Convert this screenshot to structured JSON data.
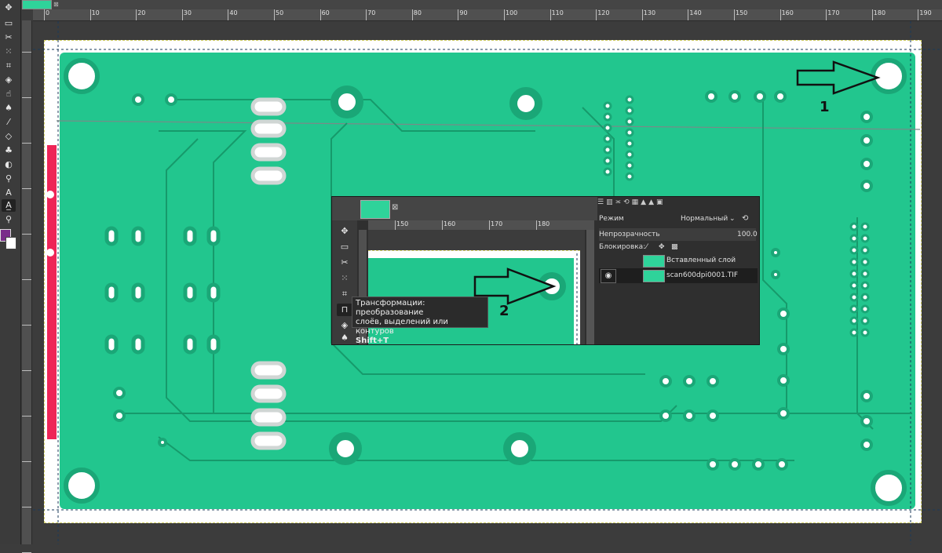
{
  "rulers": {
    "main": [
      "0",
      "10",
      "20",
      "30",
      "40",
      "50",
      "60",
      "70",
      "80",
      "90",
      "100",
      "110",
      "120",
      "130",
      "140",
      "150",
      "160",
      "170",
      "180",
      "190"
    ],
    "embed": [
      "150",
      "160",
      "170",
      "180"
    ]
  },
  "annotations": {
    "label_1": "1",
    "label_2": "2"
  },
  "tool_icons": [
    "move-icon",
    "rect-select-icon",
    "scissors-icon",
    "fuzzy-select-icon",
    "crop-icon",
    "transform-icon",
    "bucket-icon",
    "smudge-icon",
    "paintbrush-icon",
    "eraser-icon",
    "clone-icon",
    "heal-icon",
    "dodge-icon",
    "path-icon",
    "text-icon",
    "text-outline-icon",
    "zoom-icon"
  ],
  "colors": {
    "foreground": "#7a2d8a",
    "background": "#ffffff",
    "pcb": "#22c68e",
    "red_strip": "#ee2557"
  },
  "layers_panel": {
    "mode_label": "Режим",
    "mode_value": "Нормальный",
    "opacity_label": "Непрозрачность",
    "opacity_value": "100.0",
    "lock_label": "Блокировка:",
    "layers": [
      {
        "name": "Вставленный слой",
        "visible": false
      },
      {
        "name": "scan600dpi0001.TIF",
        "visible": true
      }
    ]
  },
  "tooltip": {
    "line1": "Трансформации: преобразование",
    "line2": "слоёв, выделений или контуров",
    "shortcut": "Shift+T"
  }
}
